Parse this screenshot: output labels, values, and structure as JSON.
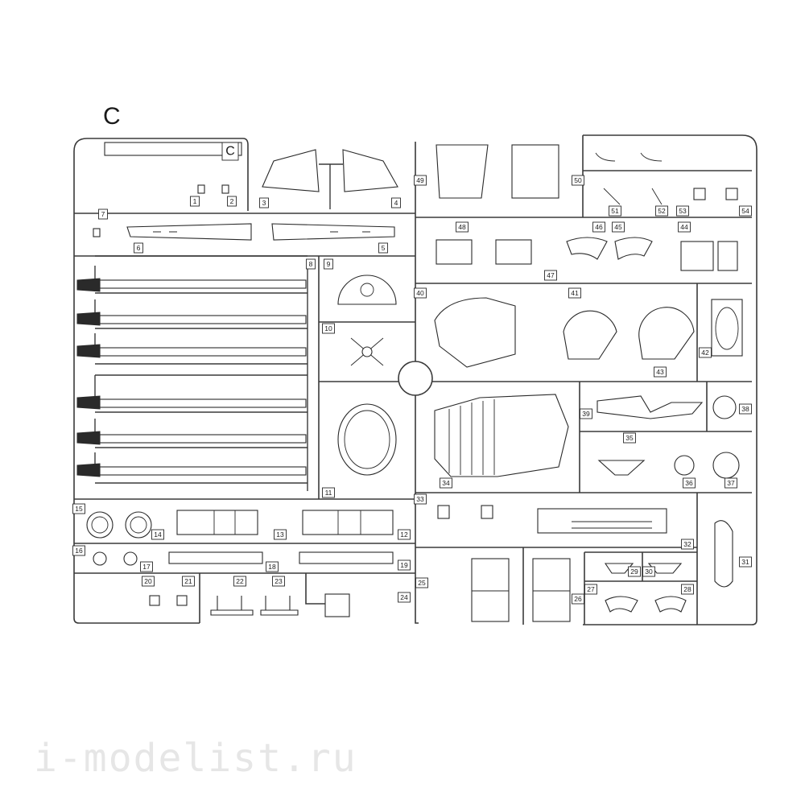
{
  "sprue": {
    "letter": "C",
    "tag_letter": "C",
    "part_numbers": [
      "1",
      "2",
      "3",
      "4",
      "5",
      "6",
      "7",
      "8",
      "9",
      "10",
      "11",
      "12",
      "13",
      "14",
      "15",
      "16",
      "17",
      "18",
      "19",
      "20",
      "21",
      "22",
      "23",
      "24",
      "25",
      "26",
      "27",
      "28",
      "29",
      "30",
      "31",
      "32",
      "33",
      "34",
      "35",
      "36",
      "37",
      "38",
      "39",
      "40",
      "41",
      "42",
      "43",
      "44",
      "45",
      "46",
      "47",
      "48",
      "49",
      "50",
      "51",
      "52",
      "53",
      "54"
    ]
  },
  "watermark": "i-modelist.ru"
}
